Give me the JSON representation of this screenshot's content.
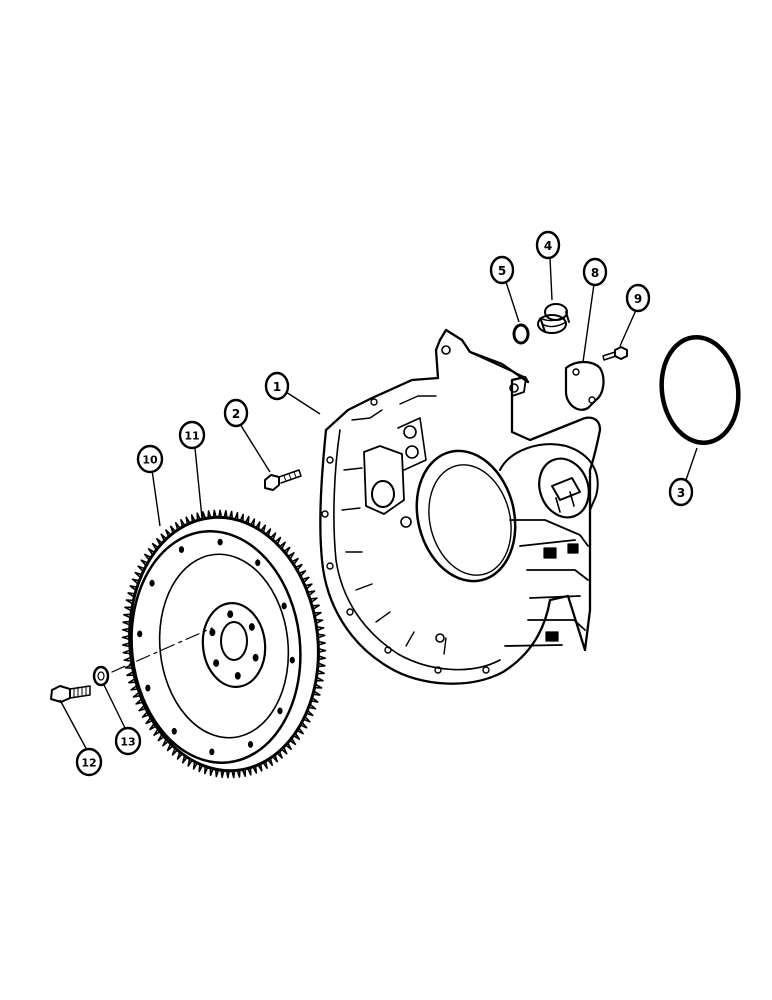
{
  "callouts": {
    "c1": "1",
    "c2": "2",
    "c3": "3",
    "c4": "4",
    "c5": "5",
    "c8": "8",
    "c9": "9",
    "c10": "10",
    "c11": "11",
    "c12": "12",
    "c13": "13"
  },
  "colors": {
    "ink": "#000000",
    "paper": "#ffffff"
  }
}
